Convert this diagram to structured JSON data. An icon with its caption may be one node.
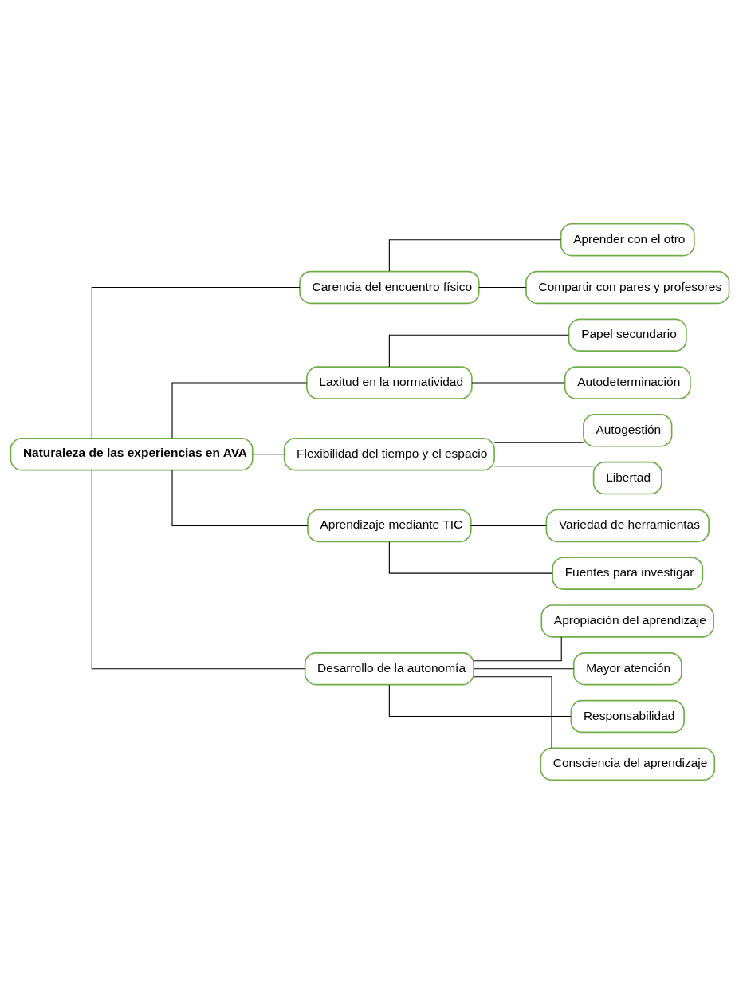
{
  "diagram": {
    "nodes": [
      {
        "text": [
          "Naturaleza de las experiencias en AVA"
        ]
      },
      {
        "text": [
          "Carencia del encuentro físico"
        ]
      },
      {
        "text": [
          "Aprender con el otro"
        ]
      },
      {
        "text": [
          "Compartir con pares y profesores"
        ]
      },
      {
        "text": [
          "Laxitud en la normatividad"
        ]
      },
      {
        "text": [
          "Papel secundario"
        ]
      },
      {
        "text": [
          "Autodeterminación"
        ]
      },
      {
        "text": [
          "Flexibilidad del tiempo y el espacio"
        ]
      },
      {
        "text": [
          "Autogestión"
        ]
      },
      {
        "text": [
          "Libertad"
        ]
      },
      {
        "text": [
          "Aprendizaje mediante TIC"
        ]
      },
      {
        "text": [
          "Variedad de herramientas"
        ]
      },
      {
        "text": [
          "Fuentes para investigar"
        ]
      },
      {
        "text": [
          "Desarrollo de la autonomía"
        ]
      },
      {
        "text": [
          "Apropiación del aprendizaje"
        ]
      },
      {
        "text": [
          "Mayor atención"
        ]
      },
      {
        "text": [
          "Responsabilidad"
        ]
      },
      {
        "text": [
          "Consciencia del aprendizaje"
        ]
      }
    ],
    "edges": [
      {
        "from": 0,
        "to": 1,
        "arrow": "none"
      },
      {
        "from": 0,
        "to": 4,
        "arrow": "none"
      },
      {
        "from": 0,
        "to": 7,
        "arrow": "none"
      },
      {
        "from": 0,
        "to": 10,
        "arrow": "none"
      },
      {
        "from": 0,
        "to": 13,
        "arrow": "none"
      },
      {
        "from": 1,
        "to": 2,
        "arrow": "none"
      },
      {
        "from": 1,
        "to": 3,
        "arrow": "none"
      },
      {
        "from": 4,
        "to": 5,
        "arrow": "none"
      },
      {
        "from": 4,
        "to": 6,
        "arrow": "none"
      },
      {
        "from": 7,
        "to": 8,
        "arrow": "none"
      },
      {
        "from": 7,
        "to": 9,
        "arrow": "none"
      },
      {
        "from": 10,
        "to": 11,
        "arrow": "none"
      },
      {
        "from": 10,
        "to": 12,
        "arrow": "none"
      },
      {
        "from": 13,
        "to": 14,
        "arrow": "none"
      },
      {
        "from": 13,
        "to": 15,
        "arrow": "none"
      },
      {
        "from": 13,
        "to": 16,
        "arrow": "none"
      },
      {
        "from": 13,
        "to": 17,
        "arrow": "none"
      }
    ]
  }
}
